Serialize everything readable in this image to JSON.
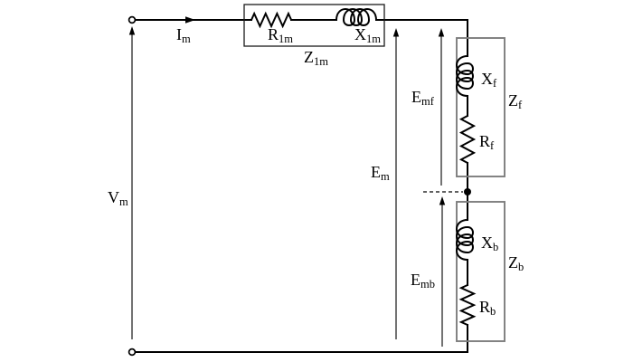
{
  "labels": {
    "v_m": {
      "main": "V",
      "sub": "m"
    },
    "i_m": {
      "main": "I",
      "sub": "m"
    },
    "r_1m": {
      "main": "R",
      "sub": "1m"
    },
    "x_1m": {
      "main": "X",
      "sub": "1m"
    },
    "z_1m": {
      "main": "Z",
      "sub": "1m"
    },
    "e_m": {
      "main": "E",
      "sub": "m"
    },
    "e_mf": {
      "main": "E",
      "sub": "mf"
    },
    "e_mb": {
      "main": "E",
      "sub": "mb"
    },
    "x_f": {
      "main": "X",
      "sub": "f"
    },
    "r_f": {
      "main": "R",
      "sub": "f"
    },
    "z_f": {
      "main": "Z",
      "sub": "f"
    },
    "x_b": {
      "main": "X",
      "sub": "b"
    },
    "r_b": {
      "main": "R",
      "sub": "b"
    },
    "z_b": {
      "main": "Z",
      "sub": "b"
    }
  },
  "colors": {
    "line": "#000000",
    "impedance_box_stroke": "#7d7d7d",
    "inner_box_stroke": "#1a1a1a",
    "background": "#ffffff"
  }
}
